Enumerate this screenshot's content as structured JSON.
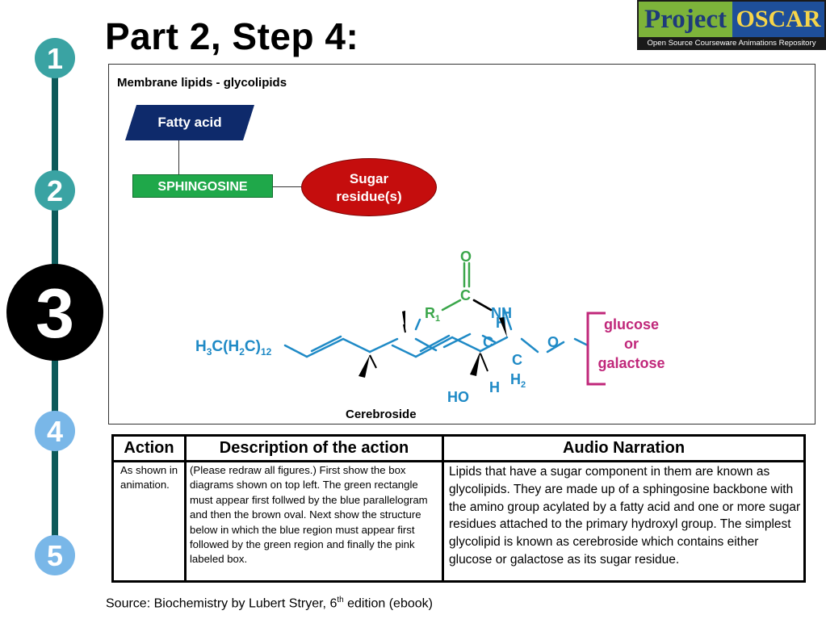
{
  "title": "Part 2, Step 4:",
  "logo": {
    "left": "Project",
    "right": "OSCAR",
    "sub": "Open Source Courseware Animations Repository"
  },
  "timeline": {
    "steps": [
      {
        "label": "1",
        "color": "#3aa3a3",
        "active": false
      },
      {
        "label": "2",
        "color": "#3aa3a3",
        "active": false
      },
      {
        "label": "3",
        "color": "#000000",
        "active": true
      },
      {
        "label": "4",
        "color": "#79b7e8",
        "active": false
      },
      {
        "label": "5",
        "color": "#79b7e8",
        "active": false
      }
    ],
    "line_colors": {
      "done": "#0d5a5a",
      "todo": "#0d5a5a"
    }
  },
  "panel": {
    "title": "Membrane lipids - glycolipids",
    "fatty_acid": "Fatty acid",
    "sphingosine": "SPHINGOSINE",
    "sugar": [
      "Sugar",
      "residue(s)"
    ],
    "colors": {
      "fatty": "#0e2a6b",
      "sphingosine": "#1fa84a",
      "sugar": "#c50d0d",
      "blue_structure": "#1f8ac6",
      "green_structure": "#3aa64a",
      "pink_box": "#c0277a"
    },
    "structure": {
      "tail": [
        "H",
        "3",
        "C(H",
        "2",
        "C)",
        "12"
      ],
      "O_top": "O",
      "C_carbonyl": "C",
      "R1": [
        "R",
        "1"
      ],
      "NH": "NH",
      "H_top": "H",
      "C_center": "C",
      "O_ether": "O",
      "C_bottom": [
        "C",
        "H",
        "2"
      ],
      "HO": "HO",
      "H_bottom": "H",
      "sugar_box": [
        "glucose",
        "or",
        "galactose"
      ]
    },
    "caption": "Cerebroside"
  },
  "table": {
    "headers": {
      "action": "Action",
      "description": "Description of the action",
      "narration": "Audio Narration"
    },
    "action": "As shown in animation.",
    "description": "(Please redraw all figures.) First show the box diagrams shown on top left. The green rectangle must appear first follwed by the blue parallelogram and then the brown oval. Next show the structure below in which the blue region must appear first followed by the green region and finally the pink labeled box.",
    "narration": "Lipids that have a sugar component in them are known as glycolipids. They are made up of a sphingosine backbone with the amino group acylated by a fatty acid and one or more sugar residues attached to the primary hydroxyl group. The simplest glycolipid is known as cerebroside which contains either glucose or galactose as its sugar residue."
  },
  "source": {
    "prefix": "Source: Biochemistry by Lubert Stryer, 6",
    "sup": "th",
    "suffix": " edition (ebook)"
  }
}
